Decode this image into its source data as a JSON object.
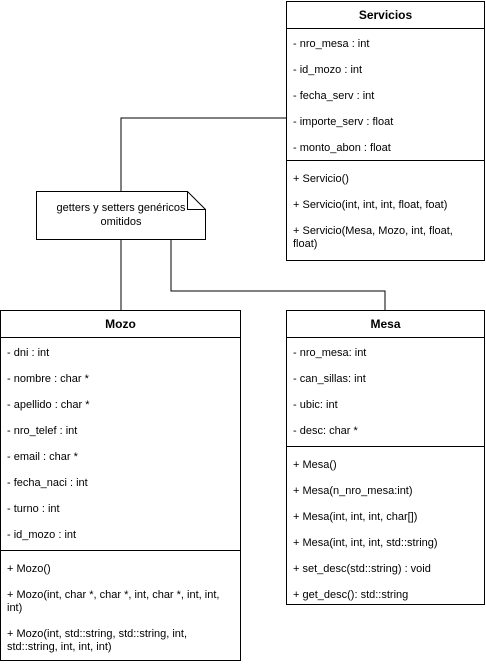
{
  "note": {
    "text": "getters y setters genéricos omitidos"
  },
  "servicios": {
    "title": "Servicios",
    "attributes": [
      "- nro_mesa : int",
      "- id_mozo : int",
      "- fecha_serv : int",
      "- importe_serv : float",
      "- monto_abon : float"
    ],
    "methods": [
      "+ Servicio()",
      "+ Servicio(int, int, int, float, foat)",
      "+ Servicio(Mesa, Mozo, int, float, float)"
    ]
  },
  "mozo": {
    "title": "Mozo",
    "attributes": [
      "- dni : int",
      "- nombre : char *",
      "- apellido : char *",
      "- nro_telef : int",
      "- email : char *",
      "- fecha_naci : int",
      "- turno : int",
      "- id_mozo : int"
    ],
    "methods": [
      "+ Mozo()",
      "+ Mozo(int, char *, char *, int, char *, int, int, int)",
      "+ Mozo(int, std::string, std::string, int, std::string, int, int, int)"
    ]
  },
  "mesa": {
    "title": "Mesa",
    "attributes": [
      "- nro_mesa: int",
      "- can_sillas: int",
      "- ubic: int",
      "- desc: char *"
    ],
    "methods": [
      "+ Mesa()",
      "+ Mesa(n_nro_mesa:int)",
      "+ Mesa(int, int, int, char[])",
      "+ Mesa(int, int, int, std::string)",
      "+ set_desc(std::string) : void",
      "+ get_desc(): std::string"
    ]
  }
}
